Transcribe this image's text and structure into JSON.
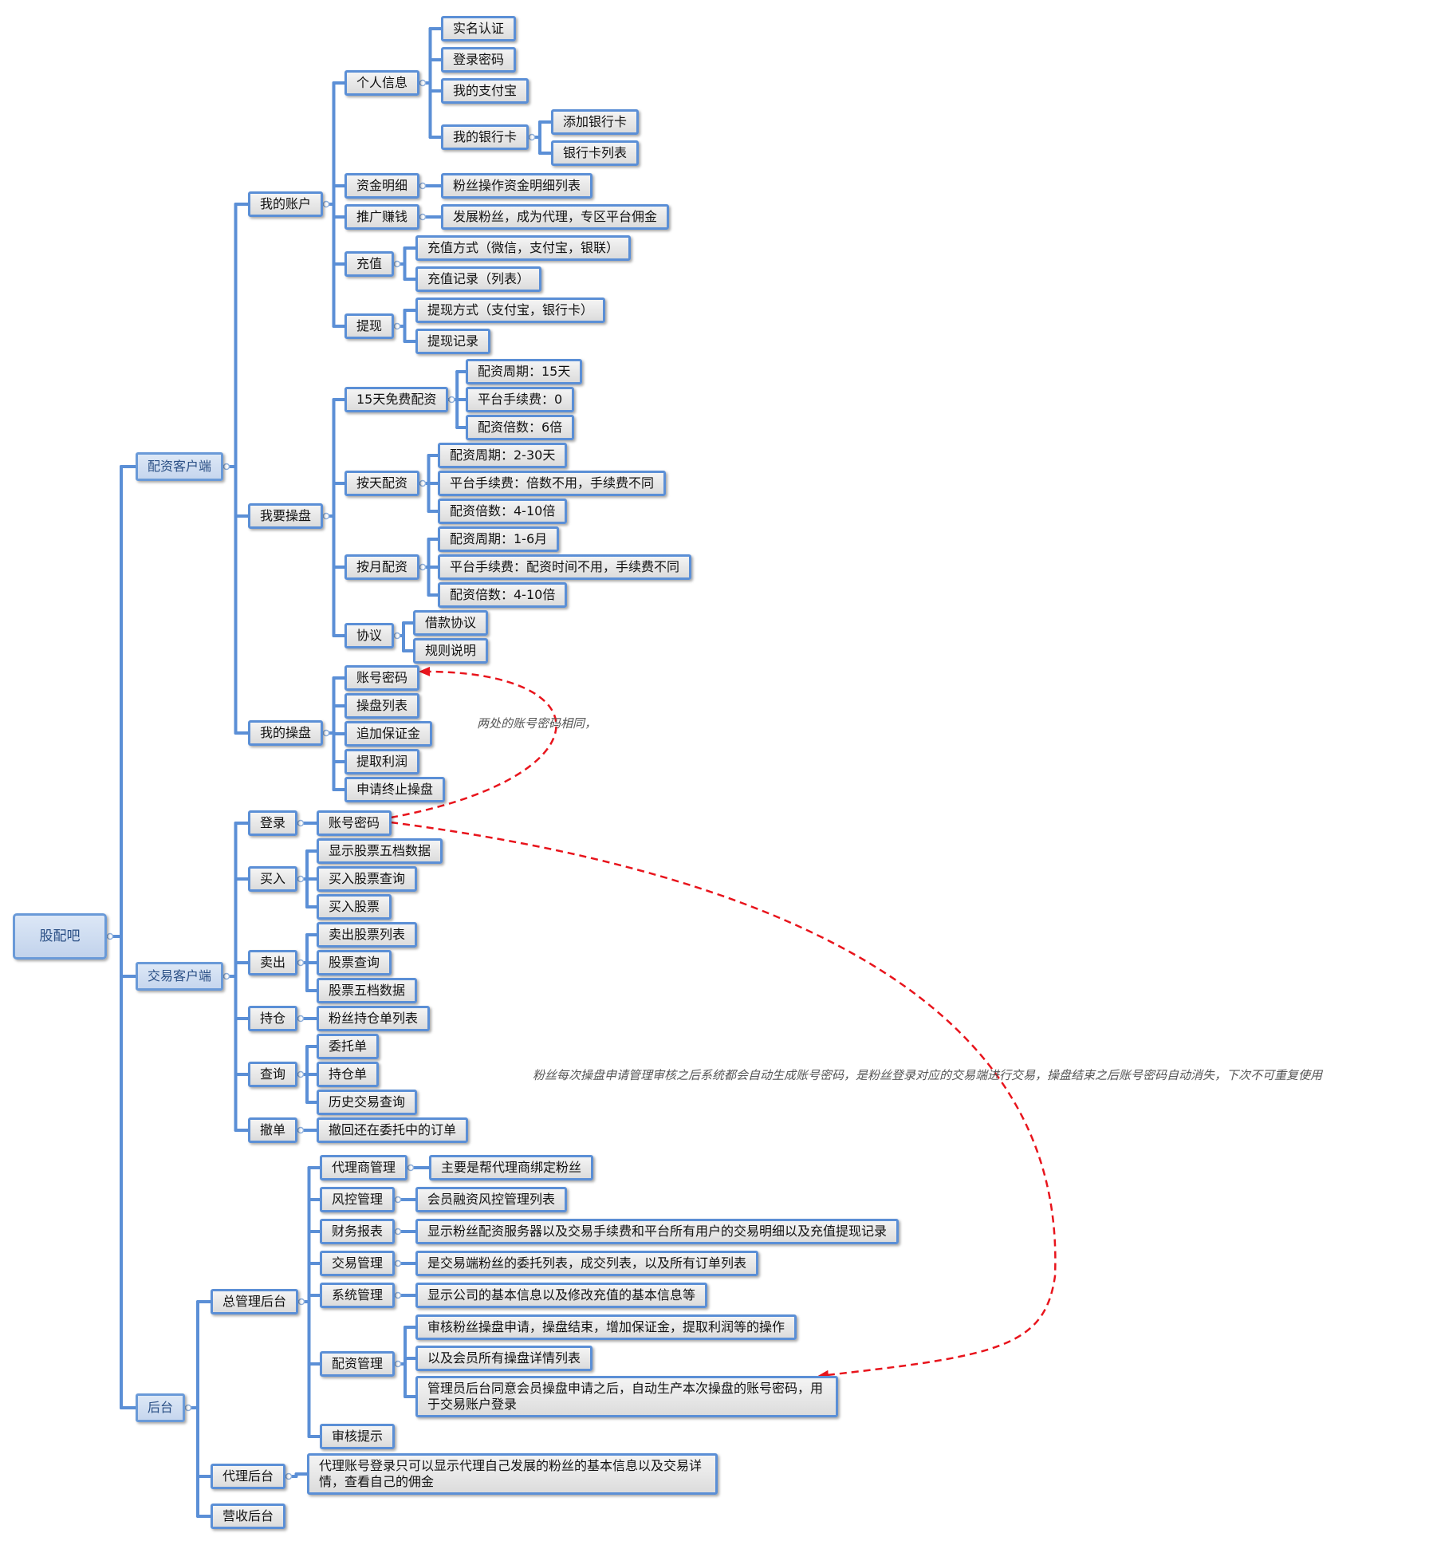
{
  "root": {
    "label": "股配吧"
  },
  "branches": {
    "client": {
      "label": "配资客户端",
      "account": {
        "label": "我的账户",
        "personal": {
          "label": "个人信息",
          "items": [
            "实名认证",
            "登录密码",
            "我的支付宝"
          ],
          "bank": {
            "label": "我的银行卡",
            "items": [
              "添加银行卡",
              "银行卡列表"
            ]
          }
        },
        "funds": {
          "label": "资金明细",
          "item": "粉丝操作资金明细列表"
        },
        "promo": {
          "label": "推广赚钱",
          "item": "发展粉丝，成为代理，专区平台佣金"
        },
        "recharge": {
          "label": "充值",
          "items": [
            "充值方式（微信，支付宝，银联）",
            "充值记录（列表）"
          ]
        },
        "withdraw": {
          "label": "提现",
          "items": [
            "提现方式（支付宝，银行卡）",
            "提现记录"
          ]
        }
      },
      "trade_want": {
        "label": "我要操盘",
        "free15": {
          "label": "15天免费配资",
          "items": [
            "配资周期：15天",
            "平台手续费：0",
            "配资倍数：6倍"
          ]
        },
        "daily": {
          "label": "按天配资",
          "items": [
            "配资周期：2-30天",
            "平台手续费：倍数不用，手续费不同",
            "配资倍数：4-10倍"
          ]
        },
        "monthly": {
          "label": "按月配资",
          "items": [
            "配资周期：1-6月",
            "平台手续费：配资时间不用，手续费不同",
            "配资倍数：4-10倍"
          ]
        },
        "agreement": {
          "label": "协议",
          "items": [
            "借款协议",
            "规则说明"
          ]
        }
      },
      "my_trade": {
        "label": "我的操盘",
        "items": [
          "账号密码",
          "操盘列表",
          "追加保证金",
          "提取利润",
          "申请终止操盘"
        ]
      }
    },
    "trading": {
      "label": "交易客户端",
      "login": {
        "label": "登录",
        "items": [
          "账号密码"
        ]
      },
      "buy": {
        "label": "买入",
        "items": [
          "显示股票五档数据",
          "买入股票查询",
          "买入股票"
        ]
      },
      "sell": {
        "label": "卖出",
        "items": [
          "卖出股票列表",
          "股票查询",
          "股票五档数据"
        ]
      },
      "hold": {
        "label": "持仓",
        "items": [
          "粉丝持仓单列表"
        ]
      },
      "query": {
        "label": "查询",
        "items": [
          "委托单",
          "持仓单",
          "历史交易查询"
        ]
      },
      "cancel": {
        "label": "撤单",
        "items": [
          "撤回还在委托中的订单"
        ]
      }
    },
    "backend": {
      "label": "后台",
      "admin": {
        "label": "总管理后台",
        "agent_mgmt": {
          "label": "代理商管理",
          "item": "主要是帮代理商绑定粉丝"
        },
        "risk": {
          "label": "风控管理",
          "item": "会员融资风控管理列表"
        },
        "finance": {
          "label": "财务报表",
          "item": "显示粉丝配资服务器以及交易手续费和平台所有用户的交易明细以及充值提现记录"
        },
        "trade_mgmt": {
          "label": "交易管理",
          "item": "是交易端粉丝的委托列表，成交列表，以及所有订单列表"
        },
        "system": {
          "label": "系统管理",
          "item": "显示公司的基本信息以及修改充值的基本信息等"
        },
        "funding": {
          "label": "配资管理",
          "items": [
            "审核粉丝操盘申请，操盘结束，增加保证金，提取利润等的操作",
            "以及会员所有操盘详情列表",
            "管理员后台同意会员操盘申请之后，自动生产本次操盘的账号密码，用于交易账户登录"
          ]
        },
        "review": {
          "label": "审核提示"
        }
      },
      "agent_backend": {
        "label": "代理后台",
        "item": "代理账号登录只可以显示代理自己发展的粉丝的基本信息以及交易详情，查看自己的佣金"
      },
      "revenue_backend": {
        "label": "营收后台"
      }
    }
  },
  "notes": {
    "same_password": "两处的账号密码相同，",
    "auto_account": "粉丝每次操盘申请管理审核之后系统都会自动生成账号密码，是粉丝登录对应的交易端进行交易，操盘结束之后账号密码自动消失，下次不可重复使用"
  },
  "colors": {
    "connector": "#5b8fd6",
    "node_border": "#5b8fd6",
    "relation_arrow": "#e8141c",
    "note_text": "#555555"
  }
}
